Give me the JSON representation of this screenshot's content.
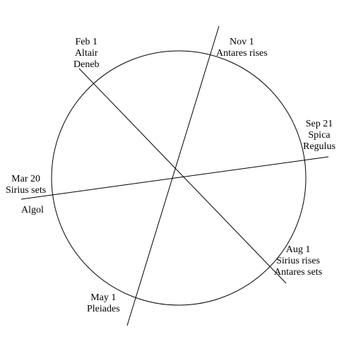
{
  "colors": {
    "stroke": "#000000",
    "text": "#000000",
    "background": "#ffffff"
  },
  "labels": {
    "feb1": {
      "date": "Feb 1",
      "line2": "Altair",
      "line3": "Deneb"
    },
    "nov1": {
      "date": "Nov 1",
      "line2": "Antares rises"
    },
    "sep21": {
      "date": "Sep 21",
      "line2": "Spica",
      "line3": "Regulus"
    },
    "mar20": {
      "date": "Mar 20",
      "line2": "Sirius sets",
      "extra": "Algol"
    },
    "aug1": {
      "date": "Aug 1",
      "line2": "Sirius rises",
      "line3": "Antares sets"
    },
    "may1": {
      "date": "May 1",
      "line2": "Pleiades"
    }
  }
}
